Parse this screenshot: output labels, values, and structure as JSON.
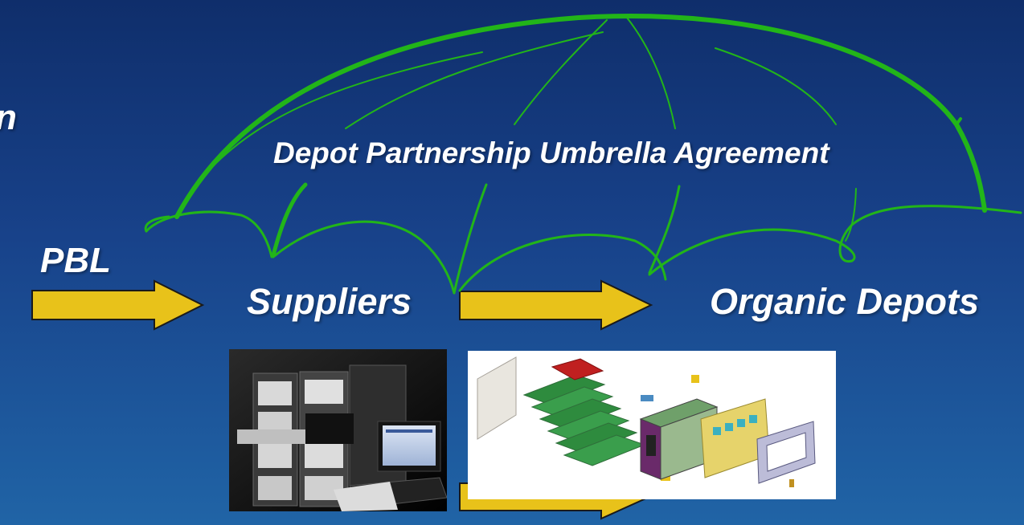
{
  "labels": {
    "umbrella": "Depot Partnership Umbrella Agreement",
    "pbl": "PBL",
    "suppliers": "Suppliers",
    "organic_depots": "Organic Depots",
    "edge_fragment": "n"
  },
  "colors": {
    "background_top": "#0f2e6b",
    "background_bottom": "#2064a6",
    "arrow_fill": "#e8c21a",
    "arc_stroke": "#22b519",
    "text": "#ffffff"
  },
  "images": [
    {
      "name": "test-equipment-photo",
      "description": "automated test equipment rack with monitor and keyboard"
    },
    {
      "name": "exploded-assembly-diagram",
      "description": "exploded view of circuit card assembly"
    }
  ]
}
